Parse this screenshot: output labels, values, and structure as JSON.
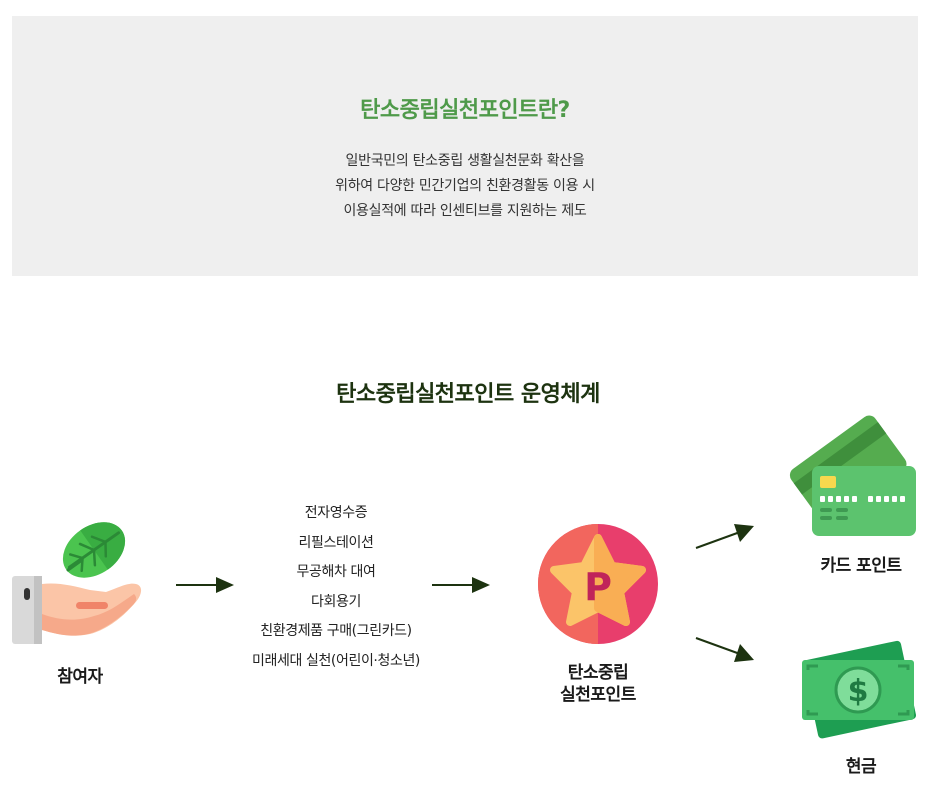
{
  "intro": {
    "title": "탄소중립실천포인트란?",
    "lines": [
      "일반국민의 탄소중립 생활실천문화 확산을",
      "위하여 다양한 민간기업의 친환경활동 이용 시",
      "이용실적에 따라 인센티브를 지원하는 제도"
    ]
  },
  "system": {
    "title": "탄소중립실천포인트 운영체계",
    "participant_label": "참여자",
    "activities": [
      "전자영수증",
      "리필스테이션",
      "무공해차 대여",
      "다회용기",
      "친환경제품 구매(그린카드)",
      "미래세대 실천(어린이·청소년)"
    ],
    "point_label_lines": [
      "탄소중립",
      "실천포인트"
    ],
    "point_icon_letter": "P",
    "card_label": "카드 포인트",
    "cash_label": "현금",
    "cash_icon_symbol": "$",
    "icons": {
      "participant": "hand-leaf-icon",
      "point": "point-badge-icon",
      "card": "credit-card-icon",
      "cash": "cash-bill-icon",
      "arrow": "arrow-right-icon"
    },
    "colors": {
      "intro_title": "#4f9a4a",
      "system_title": "#1d3310",
      "arrow": "#1d3310"
    }
  }
}
